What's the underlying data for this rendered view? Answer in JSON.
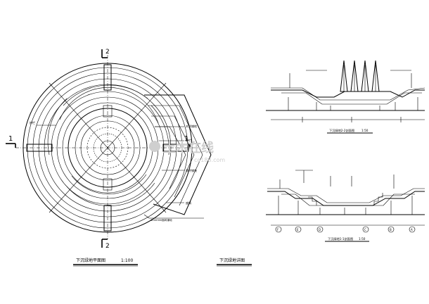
{
  "plan": {
    "title": "下沉绿地平面图",
    "scale": "1:100",
    "section_mark_1": "1",
    "section_mark_2": "2",
    "notes": [
      "护栏",
      "木质铺地",
      "护栏",
      "草坪铺装",
      "座椅",
      "300X300面砖铺地"
    ]
  },
  "section_top": {
    "title": "下沉绿地2-2剖面图",
    "scale": "1:50"
  },
  "section_bottom": {
    "title": "下沉绿地1-1剖面图",
    "scale": "1:50",
    "axis_labels": [
      "F",
      "E",
      "D",
      "C",
      "B",
      "A"
    ]
  },
  "detail_title": "下沉绿地详图",
  "watermark": {
    "main": "土木在线",
    "sub": "co188.com"
  }
}
